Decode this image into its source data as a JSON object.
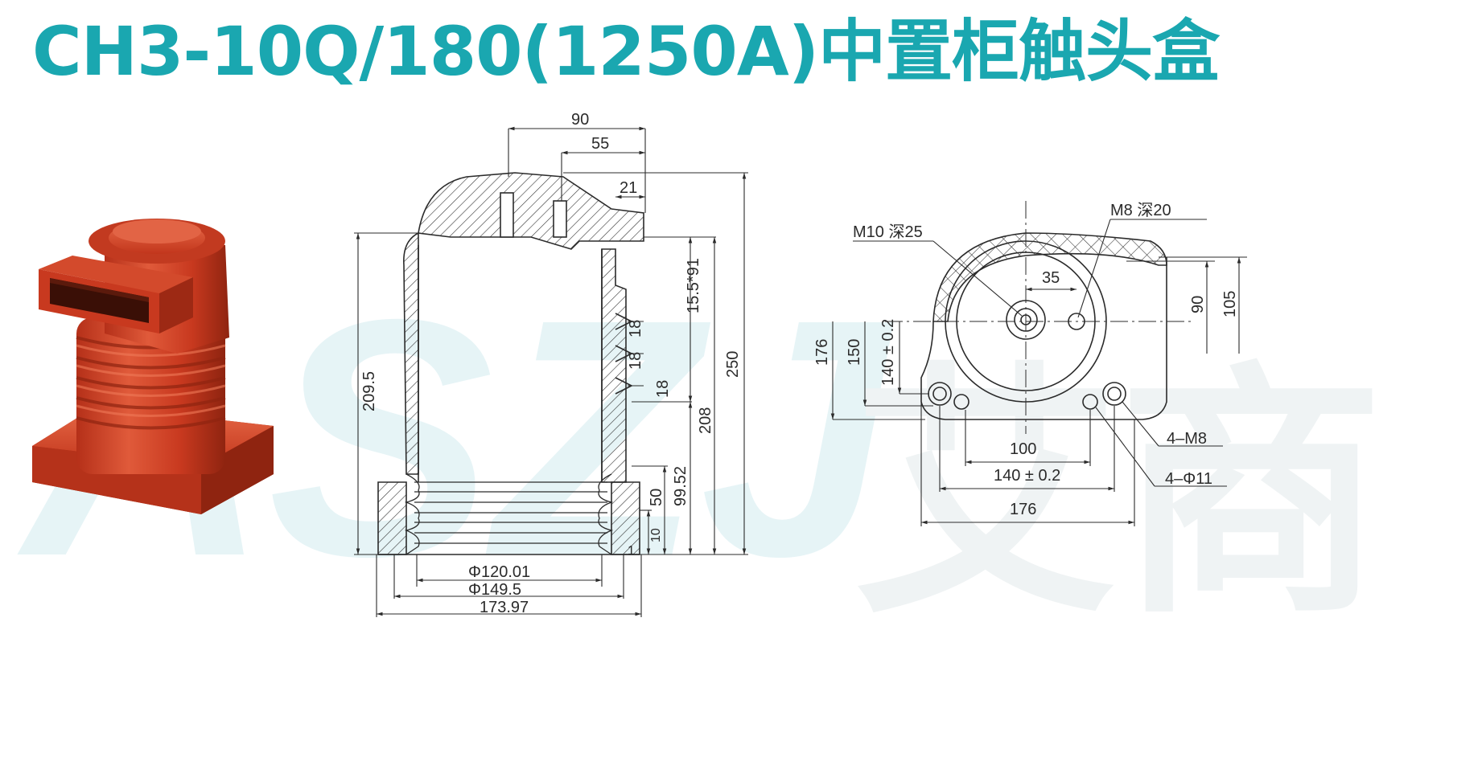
{
  "title": "CH3-10Q/180(1250A)中置柜触头盒",
  "colors": {
    "title": "#1aa7b0",
    "product_body": "#c8391f",
    "product_highlight": "#e35a3a",
    "product_shadow": "#8f2410",
    "drawing_line": "#2b2b2b",
    "watermark": "#e4f3f6"
  },
  "watermark": {
    "latin": "ASZJ",
    "cjk": "艾商"
  },
  "side_view": {
    "dims": {
      "d90": "90",
      "d55": "55",
      "d21": "21",
      "d15": "15.5*91",
      "d18a": "18",
      "d18b": "18",
      "d18c": "18",
      "d209": "209.5",
      "d250": "250",
      "d208": "208",
      "d99": "99.52",
      "d50": "50",
      "d10": "10",
      "d1": "1",
      "phi120": "Φ120.01",
      "phi149": "Φ149.5",
      "d173": "173.97"
    }
  },
  "top_view": {
    "labels": {
      "m10": "M10 深25",
      "m8": "M8 深20",
      "d35": "35",
      "d90": "90",
      "d105": "105",
      "d176v": "176",
      "d150": "150",
      "d140v": "140 ± 0.2",
      "d100": "100",
      "d140h": "140 ± 0.2",
      "d176h": "176",
      "m8x4": "4–M8",
      "phi11": "4–Φ11"
    }
  }
}
